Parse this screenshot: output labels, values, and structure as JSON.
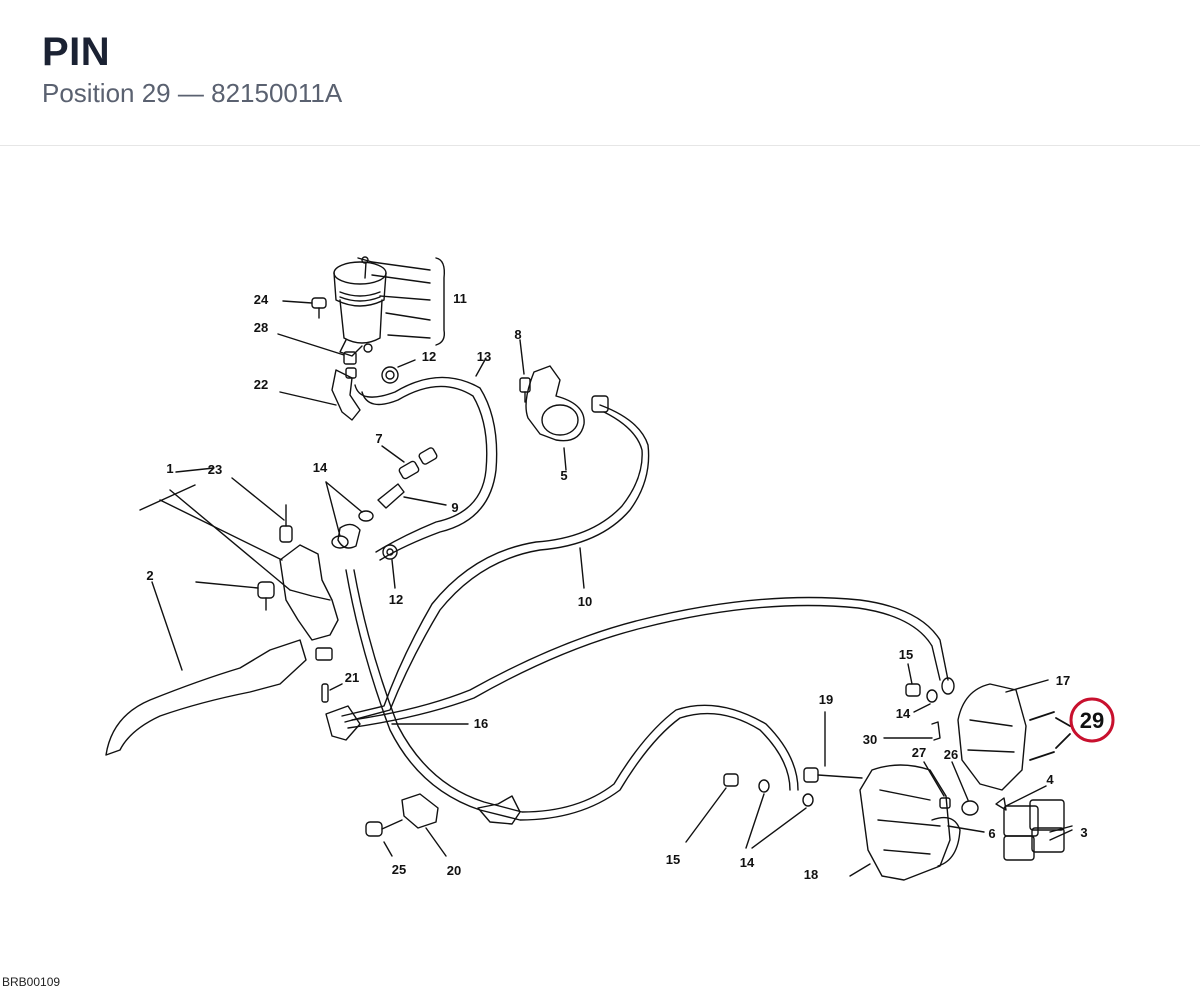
{
  "header": {
    "title": "PIN",
    "position_label": "Position 29",
    "separator": "—",
    "part_number": "82150011A"
  },
  "diagram": {
    "code": "BRB00109",
    "highlight_label": "29",
    "highlight_color": "#c8102e",
    "callouts": [
      "24",
      "28",
      "22",
      "11",
      "12",
      "13",
      "8",
      "5",
      "7",
      "14",
      "9",
      "1",
      "23",
      "2",
      "12",
      "10",
      "21",
      "16",
      "15",
      "17",
      "14",
      "30",
      "19",
      "27",
      "26",
      "4",
      "3",
      "6",
      "18",
      "15",
      "14",
      "25",
      "20"
    ]
  }
}
